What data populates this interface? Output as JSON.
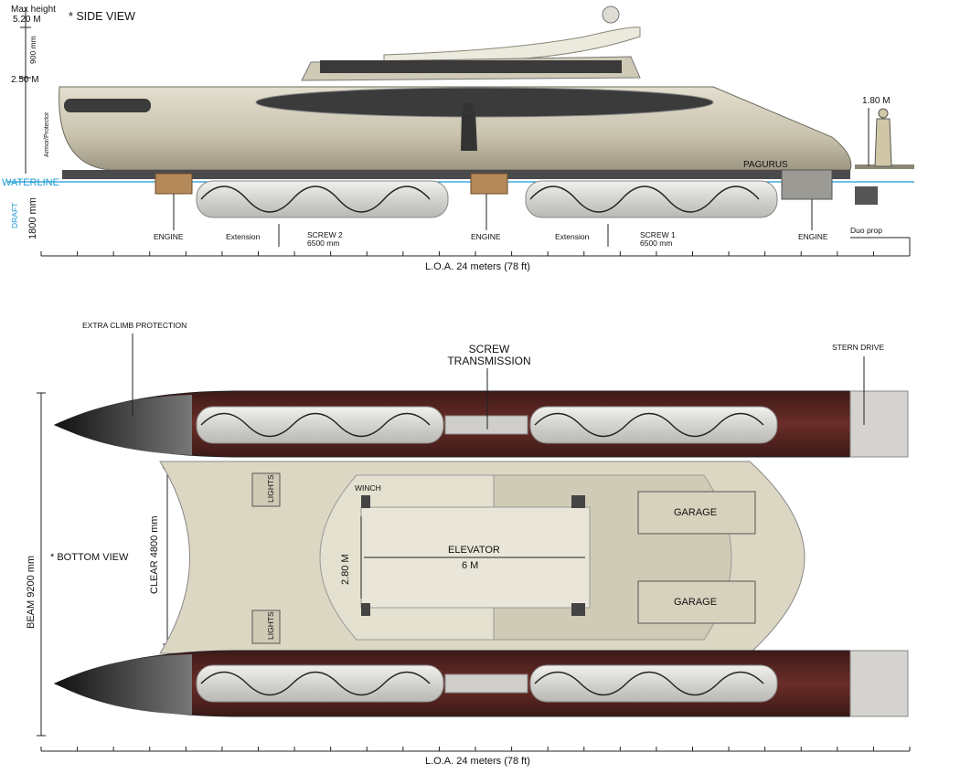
{
  "side_view": {
    "title": "* SIDE VIEW",
    "max_height_label": "Max height",
    "max_height_value": "5.20 M",
    "upper_dim": "900 mm",
    "lower_height": "2.50 M",
    "armor_label": "Armor/Protector",
    "waterline_label": "WATERLINE",
    "draft_label": "DRAFT",
    "draft_value": "1800 mm",
    "person_height": "1.80 M",
    "pagurus_label": "PAGURUS",
    "engine_label": "ENGINE",
    "extension_label": "Extension",
    "screw2_name": "SCREW 2",
    "screw2_len": "6500 mm",
    "screw1_name": "SCREW 1",
    "screw1_len": "6500 mm",
    "duo_prop": "Duo prop",
    "loa": "L.O.A. 24 meters (78 ft)"
  },
  "bottom_view": {
    "title": "* BOTTOM VIEW",
    "extra_climb": "EXTRA CLIMB PROTECTION",
    "screw_trans_line1": "SCREW",
    "screw_trans_line2": "TRANSMISSION",
    "stern_drive": "STERN DRIVE",
    "beam": "BEAM 9200 mm",
    "clear": "CLEAR 4800 mm",
    "lights_label": "LIGHTS",
    "winch_label": "WINCH",
    "elevator_label": "ELEVATOR",
    "elevator_len": "6 M",
    "elevator_width": "2.80 M",
    "garage_label": "GARAGE",
    "loa": "L.O.A. 24 meters (78 ft)"
  },
  "colors": {
    "hull": "#c9c3ae",
    "hull_dark": "#5b2a25",
    "waterline": "#1a9ad6",
    "deck": "#dcd7c3"
  }
}
